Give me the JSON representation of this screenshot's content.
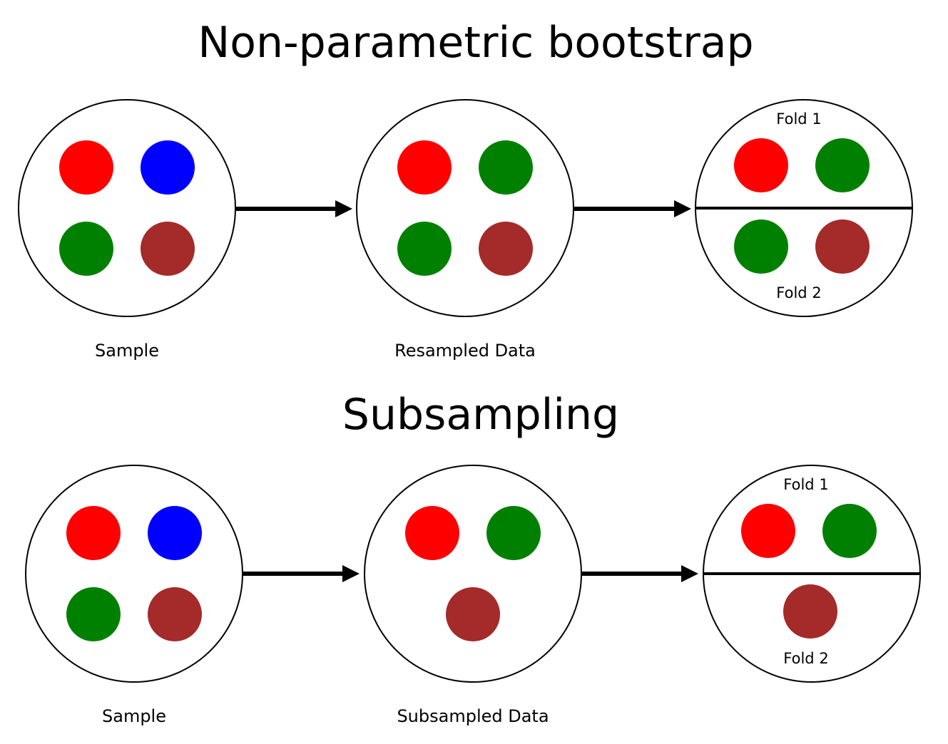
{
  "colors": {
    "red": "#ff0000",
    "blue": "#0000ff",
    "green": "#008000",
    "brown": "#a52a2a"
  },
  "panels": [
    {
      "title": "Non-parametric bootstrap",
      "sample": {
        "caption": "Sample",
        "dots": [
          "red",
          "blue",
          "green",
          "brown"
        ]
      },
      "resampled": {
        "caption": "Resampled Data",
        "dots": [
          "red",
          "green",
          "green",
          "brown"
        ]
      },
      "folds": {
        "fold1_label": "Fold 1",
        "fold1_dots": [
          "red",
          "green"
        ],
        "fold2_label": "Fold 2",
        "fold2_dots": [
          "green",
          "brown"
        ]
      }
    },
    {
      "title": "Subsampling",
      "sample": {
        "caption": "Sample",
        "dots": [
          "red",
          "blue",
          "green",
          "brown"
        ]
      },
      "resampled": {
        "caption": "Subsampled Data",
        "dots": [
          "red",
          "green",
          "brown"
        ]
      },
      "folds": {
        "fold1_label": "Fold 1",
        "fold1_dots": [
          "red",
          "green"
        ],
        "fold2_label": "Fold 2",
        "fold2_dots": [
          "brown"
        ]
      }
    }
  ]
}
